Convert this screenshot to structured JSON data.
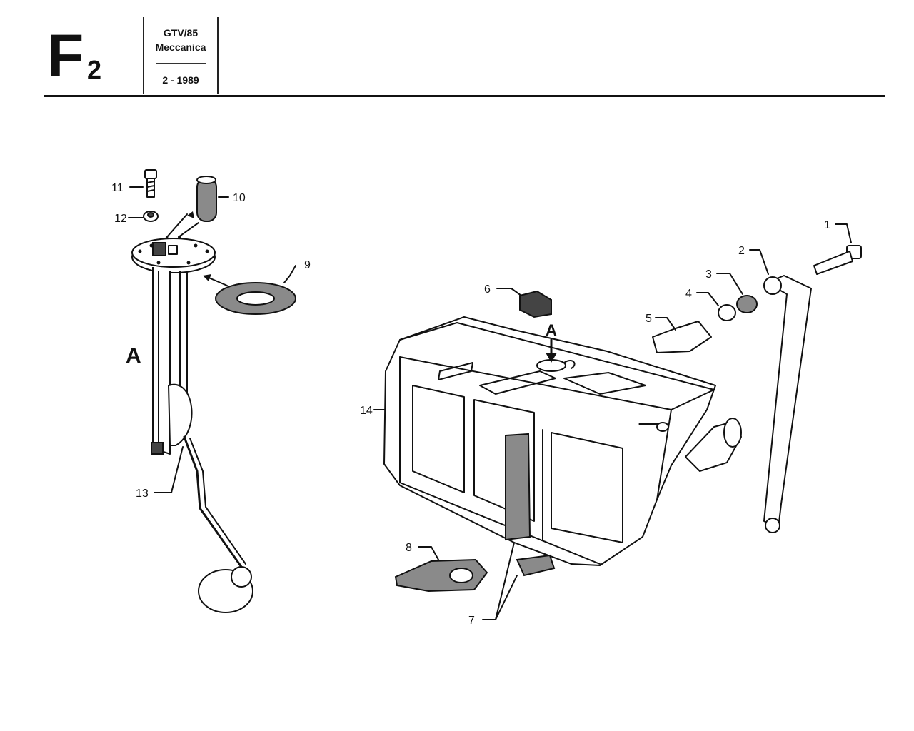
{
  "header": {
    "section_letter": "F",
    "section_number": "2",
    "model": "GTV/85",
    "section": "Meccanica",
    "date": "2 - 1989"
  },
  "view_labels": {
    "left": "A",
    "tank": "A"
  },
  "callouts": {
    "c1": "1",
    "c2": "2",
    "c3": "3",
    "c4": "4",
    "c5": "5",
    "c6": "6",
    "c7": "7",
    "c8": "8",
    "c9": "9",
    "c10": "10",
    "c11": "11",
    "c12": "12",
    "c13": "13",
    "c14": "14"
  }
}
